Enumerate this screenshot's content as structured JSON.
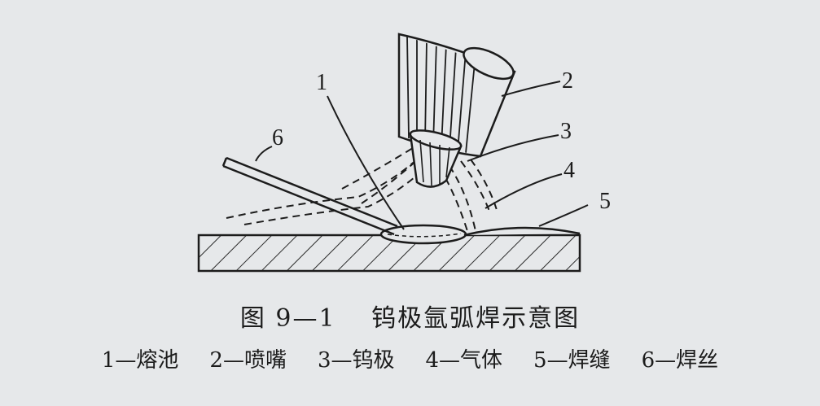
{
  "figure": {
    "caption": "图 9—1　 钨极氩弧焊示意图",
    "callouts": [
      "1",
      "2",
      "3",
      "4",
      "5",
      "6"
    ],
    "legend": [
      "1—熔池",
      "2—喷嘴",
      "3—钨极",
      "4—气体",
      "5—焊缝",
      "6—焊丝"
    ]
  }
}
